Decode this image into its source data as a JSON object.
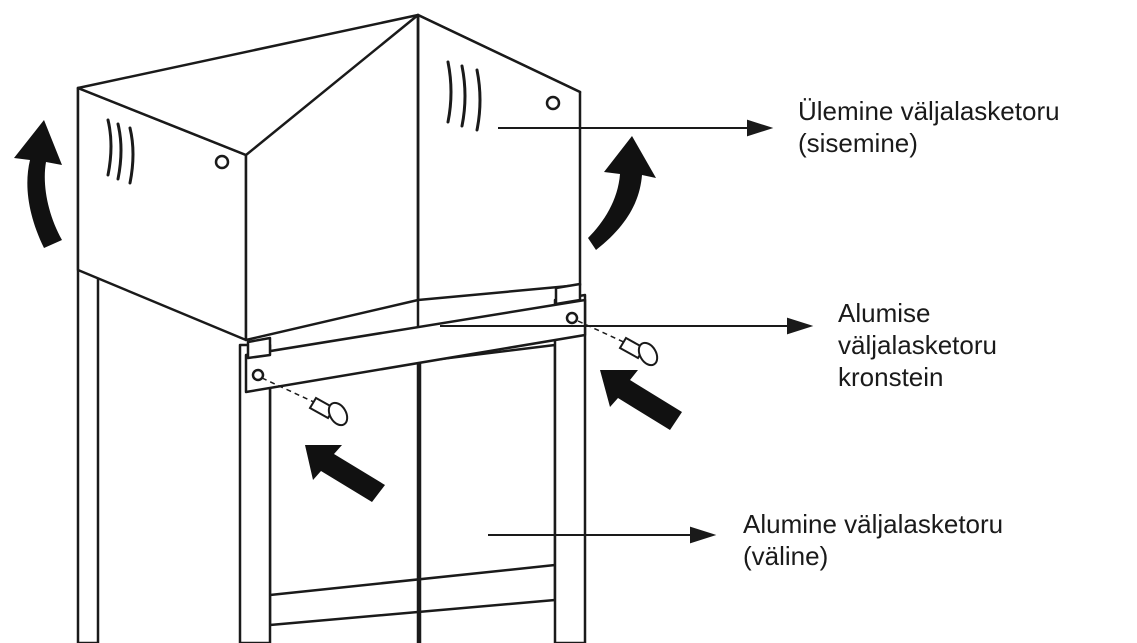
{
  "labels": {
    "upper_chimney": [
      "Ülemine väljalasketoru",
      "(sisemine)"
    ],
    "lower_bracket": [
      "Alumise",
      "väljalasketoru",
      "kronstein"
    ],
    "lower_chimney": [
      "Alumine väljalasketoru",
      "(väline)"
    ]
  },
  "icons": [
    "curved-arrow-icon",
    "push-arrow-icon",
    "screw-icon"
  ],
  "colors": {
    "line": "#1a1a1a",
    "fill": "#ffffff"
  }
}
